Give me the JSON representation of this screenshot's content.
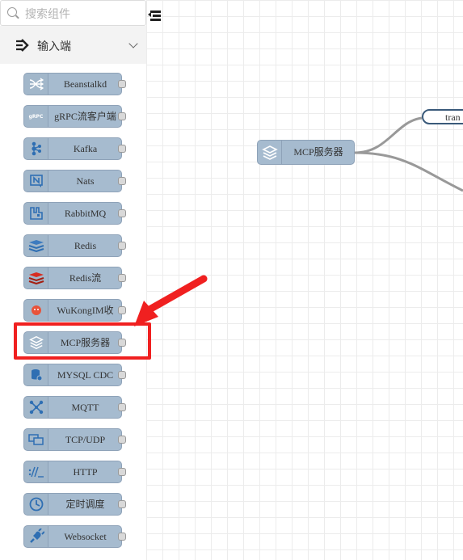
{
  "search": {
    "placeholder": "搜索组件"
  },
  "category": {
    "label": "输入端"
  },
  "palette": {
    "nodes": [
      {
        "label": "Beanstalkd",
        "icon": "shuffle-icon"
      },
      {
        "label": "gRPC流客户端",
        "icon": "grpc-icon"
      },
      {
        "label": "Kafka",
        "icon": "kafka-icon"
      },
      {
        "label": "Nats",
        "icon": "nats-icon"
      },
      {
        "label": "RabbitMQ",
        "icon": "rabbitmq-icon"
      },
      {
        "label": "Redis",
        "icon": "redis-icon"
      },
      {
        "label": "Redis流",
        "icon": "redis-stream-icon"
      },
      {
        "label": "WuKongIM收",
        "icon": "wukongim-icon"
      },
      {
        "label": "MCP服务器",
        "icon": "layers-icon"
      },
      {
        "label": "MYSQL CDC",
        "icon": "database-icon"
      },
      {
        "label": "MQTT",
        "icon": "mqtt-icon"
      },
      {
        "label": "TCP/UDP",
        "icon": "network-icon"
      },
      {
        "label": "HTTP",
        "icon": "http-icon"
      },
      {
        "label": "定时调度",
        "icon": "clock-icon"
      },
      {
        "label": "Websocket",
        "icon": "plug-icon"
      }
    ]
  },
  "workspace": {
    "node_label": "MCP服务器",
    "tran_label": "tran"
  },
  "colors": {
    "node_fill": "#a6bbcf",
    "highlight": "#f02020",
    "arrow": "#f02020"
  }
}
